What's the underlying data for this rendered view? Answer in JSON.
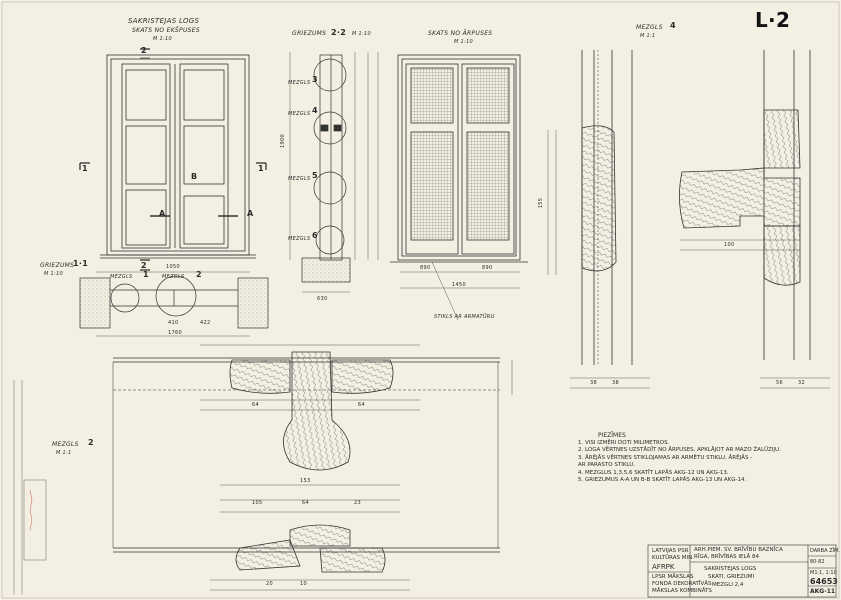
{
  "sheet": {
    "sheet_id": "L·2"
  },
  "views": {
    "elevation_title": "SAKRISTEJAS LOGS",
    "elevation_outside": "SKATS NO EKŠPUSES",
    "elevation_inside": "SKATS NO ĀRPUSES",
    "scale_10": "M 1:10",
    "scale_1": "M 1:1",
    "section_22_prefix": "GRIEZUMS",
    "section_22": "2·2",
    "section_11_prefix": "GRIEZUMS",
    "section_11": "1·1",
    "detail_prefix": "MEZGLS",
    "detail_4": "4",
    "detail_2": "2",
    "detail_1_label": "MEZGLS",
    "detail_1": "1",
    "detail_2_label": "MEZGLS",
    "detail_2b": "2",
    "node_label": "MEZGLS",
    "node_3": "3",
    "node_4": "4",
    "node_5": "5",
    "node_6": "6",
    "mark_2": "2",
    "mark_1": "1",
    "mark_A": "A",
    "mark_B": "B",
    "glass_note": "STIKLS AR ARMATŪRU"
  },
  "dimensions": {
    "d1050": "1050",
    "d890": "890",
    "d10": "10",
    "d1760": "1760",
    "d410": "410",
    "d422": "422",
    "d1450": "1450",
    "d1900": "1900",
    "d630": "630",
    "d64": "64",
    "d23": "23",
    "d20": "20",
    "d38": "38",
    "d105": "105",
    "d155": "155",
    "d32": "32",
    "d56": "56",
    "d100": "100",
    "d153": "153"
  },
  "notes": {
    "title": "PIEZĪMES",
    "lines": [
      "1. VISI IZMĒRI DOTI MILIMETROS.",
      "2. LOGA VĒRTNES UZSTĀDĪT NO ĀRPUSES, APKLĀJOT AR MAZO ŽALŪZIJU.",
      "3. ĀRĒJĀS VĒRTNES STIKLOJAMAS AR ARMĒTU STIKLU, ĀRĒJĀS -",
      "   AR PARASTO STIKLU.",
      "4. MEZGLUS 1,3,5,6 SKATĪT LAPĀS AKG-12 UN AKG-13.",
      "5. GRIEZUMUS A-A UN B-B SKATĪT LAPĀS AKG-13 UN AKG-14."
    ]
  },
  "title_block": {
    "org_1": "LATVIJAS PSR",
    "org_2": "KULTŪRAS MIN.",
    "org_3": "AFRPK",
    "project_1": "ARH.PIEM. SV. BRĪVĪBU BAZNĪCA",
    "project_2": "RĪGA, BRĪVĪBAS IELĀ 84",
    "drawing_1": "SAKRISTEJAS LOGS",
    "drawing_2": "SKATI, GRIEZUMI",
    "drawing_3": "MEZGLI 2,4",
    "maker_1": "LPSR MĀKSLAS",
    "maker_2": "FONDA DEKORATĪVĀS",
    "maker_3": "MĀKSLAS KOMBINĀTS",
    "stage": "DARBA ZĪM.",
    "scale": "M1:1, 1:10",
    "archive_no": "64653",
    "sheet_label": "AKG-11",
    "year": "80-82"
  }
}
